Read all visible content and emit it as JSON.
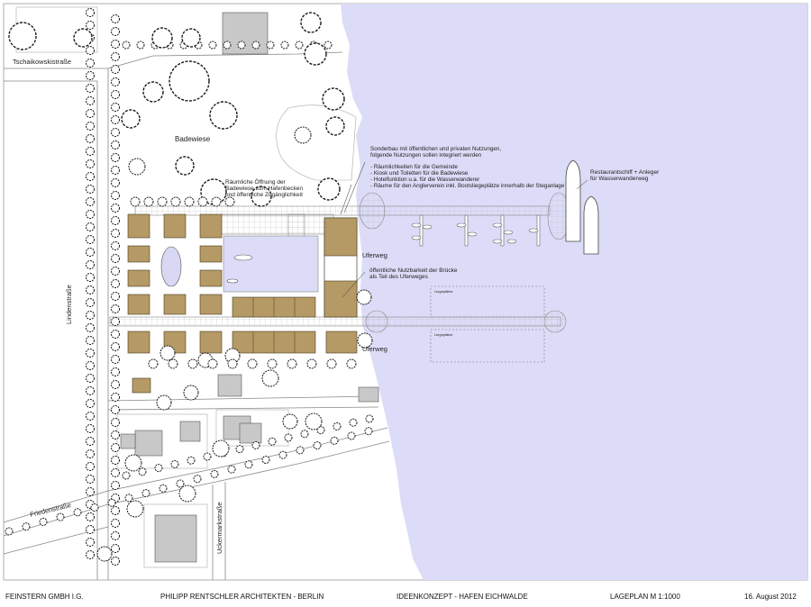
{
  "streets": {
    "tschaikowski": "Tschaikowskistraße",
    "linden": "Lindenstraße",
    "frieden": "Friedenstraße",
    "uckermark": "Uckermarkstraße"
  },
  "areas": {
    "badewiese": "Badewiese",
    "uferweg_1": "Uferweg",
    "uferweg_2": "Uferweg",
    "liegeplaetze_1": "Liegeplätze",
    "liegeplaetze_2": "Liegeplätze"
  },
  "annotations": {
    "opening": [
      "Räumliche Öffnung der",
      "Badewiese zum Hafenbecken",
      "und öffentliche Zugänglichkeit"
    ],
    "sonderbau": [
      "Sonderbau mit öffentlichen und privaten Nutzungen,",
      "folgende Nutzungen sollen integriert werden",
      "",
      "- Räumlichkeiten für die Gemeinde",
      "- Kiosk und Toiletten für die Badewiese",
      "- Hotelfunktion u.a. für die Wasserwanderer",
      "- Räume für den Anglerverein inkl. Bootsliegeplätze innerhalb der Steganlage"
    ],
    "restaurant": [
      "Restaurantschiff + Anleger",
      "für Wasserwanderweg"
    ],
    "bruecke": [
      "öffentliche Nutzbarkeit der Brücke",
      "als Teil des Uferweges"
    ]
  },
  "footer": {
    "company": "FEINSTERN GMBH I.G.",
    "architects": "PHILIPP RENTSCHLER ARCHITEKTEN   -   BERLIN",
    "concept": "IDEENKONZEPT   -   HAFEN EICHWALDE",
    "plan": "LAGEPLAN   M 1:1000",
    "date": "16. August  2012"
  },
  "colors": {
    "water": "#dcdcf8",
    "building_new": "#b59a66",
    "building_existing": "#c8c8c8",
    "tree": "#1a1a1a"
  }
}
